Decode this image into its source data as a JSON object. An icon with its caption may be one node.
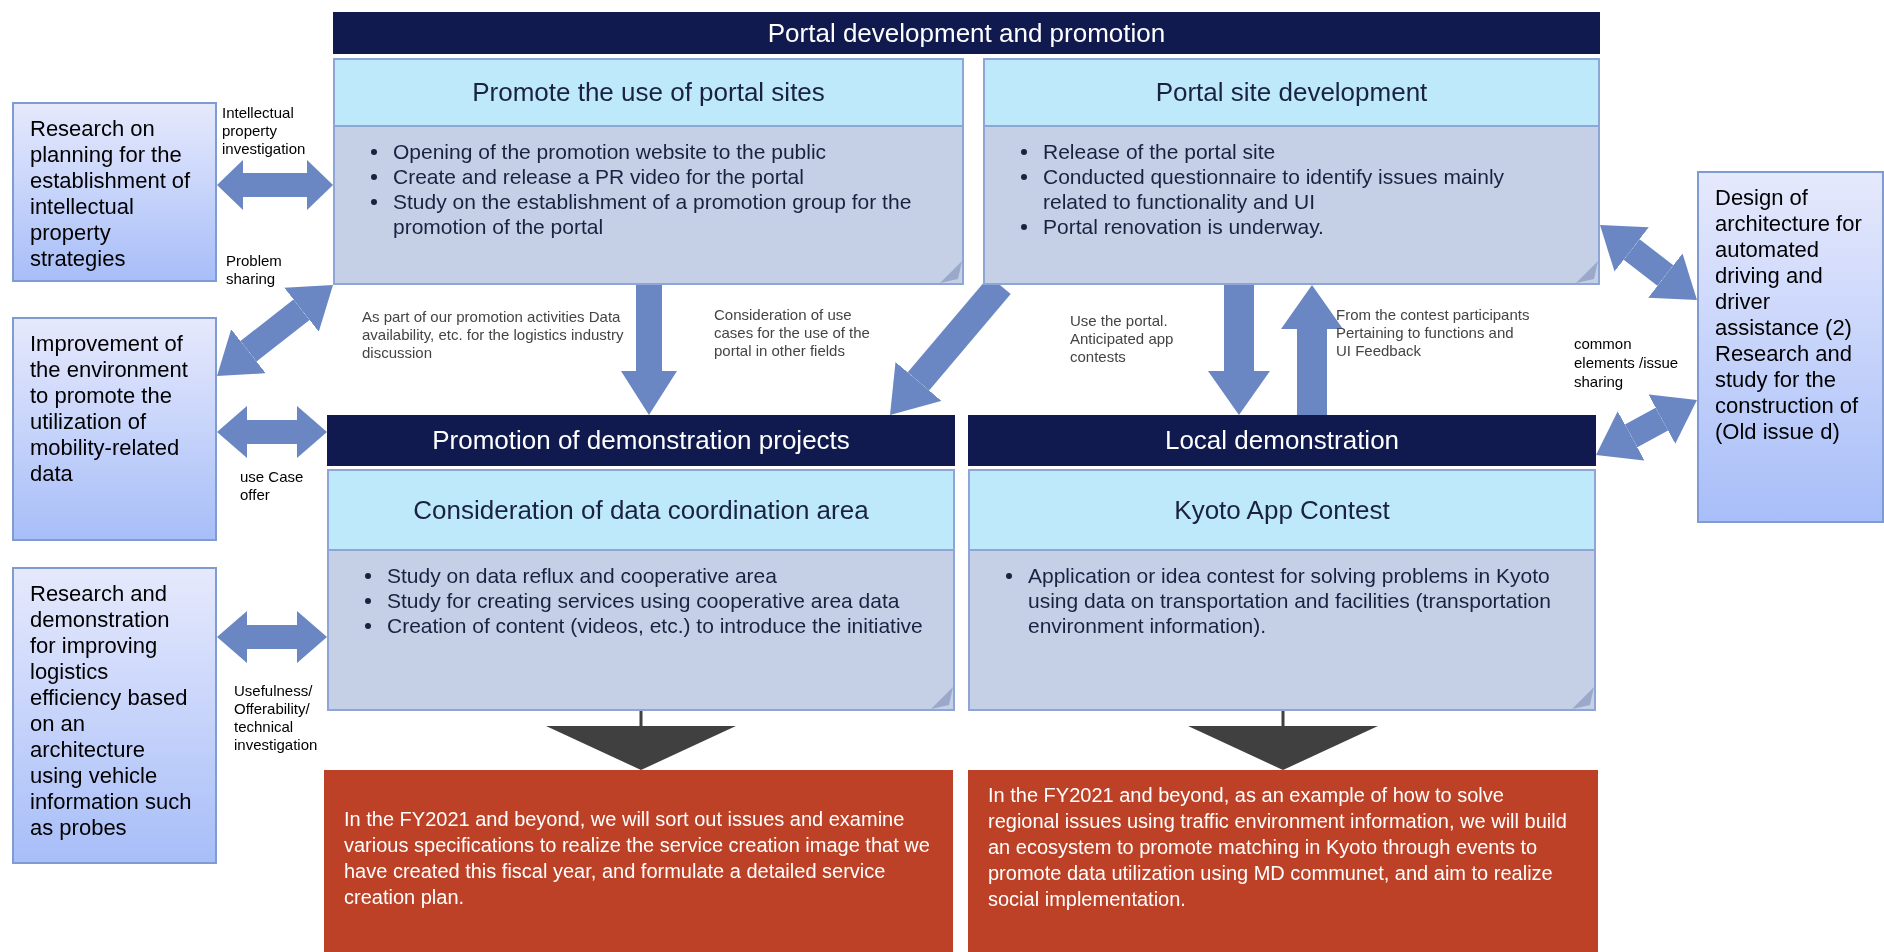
{
  "diagram": {
    "nodes": [
      {
        "text": [
          "Portal development and promotion"
        ]
      },
      {
        "text": [
          "Promote the use of portal sites",
          "Opening of the promotion website to the public",
          "Create and release a PR video for the portal",
          "Study on the establishment of a promotion group for the promotion of the portal"
        ]
      },
      {
        "text": [
          "Portal site development",
          "Release of the portal site",
          "Conducted questionnaire to identify issues mainly related to functionality and UI",
          "Portal renovation is underway."
        ]
      },
      {
        "text": [
          "Research on planning for the establishment of intellectual property strategies"
        ]
      },
      {
        "text": [
          "Improvement of the environment to promote the utilization of mobility-related data"
        ]
      },
      {
        "text": [
          "Research and demonstration for improving logistics efficiency based on an architecture using vehicle information such as probes"
        ]
      },
      {
        "text": [
          "Design of architecture for automated driving and driver assistance (2) Research and study for the construction of (Old issue d)"
        ]
      },
      {
        "text": [
          "Promotion of demonstration projects"
        ]
      },
      {
        "text": [
          "Consideration of data coordination area",
          "Study on data reflux and cooperative area",
          "Study for creating services using cooperative area data",
          "Creation of content (videos, etc.) to introduce the initiative"
        ]
      },
      {
        "text": [
          "Local demonstration"
        ]
      },
      {
        "text": [
          "Kyoto App Contest",
          "Application or idea contest for solving problems in Kyoto using data on transportation and facilities (transportation environment information)."
        ]
      },
      {
        "text": [
          "In the FY2021 and beyond, we will sort out issues and examine various specifications to realize the service creation image that we have created this fiscal year, and formulate a detailed service creation plan."
        ]
      },
      {
        "text": [
          "In the FY2021 and beyond, as an example of how to solve regional issues using traffic environment information, we will build an ecosystem to promote matching in Kyoto through events to promote data utilization using MD communet, and aim to realize social implementation."
        ]
      }
    ],
    "edges": [
      {
        "from": 3,
        "to": 1,
        "arrow": "both",
        "label": "Intellectual property investigation"
      },
      {
        "from": 4,
        "to": 1,
        "arrow": "both",
        "label": "Problem sharing"
      },
      {
        "from": 4,
        "to": 7,
        "arrow": "both",
        "label": "use Case offer"
      },
      {
        "from": 5,
        "to": 8,
        "arrow": "both",
        "label": "Usefulness/ Offerability/ technical investigation"
      },
      {
        "from": 1,
        "to": 7,
        "arrow": "to",
        "label": "As part of our promotion activities Data availability, etc. for the logistics industry discussion"
      },
      {
        "from": 2,
        "to": 7,
        "arrow": "to",
        "label": "Consideration of use cases for the use of the portal in other fields"
      },
      {
        "from": 2,
        "to": 9,
        "arrow": "to",
        "label": "Use the portal. Anticipated app contests"
      },
      {
        "from": 9,
        "to": 2,
        "arrow": "to",
        "label": "From the contest participants Pertaining to functions and UI Feedback"
      },
      {
        "from": 2,
        "to": 6,
        "arrow": "both"
      },
      {
        "from": 9,
        "to": 6,
        "arrow": "both"
      },
      {
        "from": 8,
        "to": 11,
        "arrow": "to",
        "color": "#404040"
      },
      {
        "from": 10,
        "to": 12,
        "arrow": "to",
        "color": "#404040"
      }
    ],
    "labels": [
      "common elements /issue sharing"
    ]
  }
}
